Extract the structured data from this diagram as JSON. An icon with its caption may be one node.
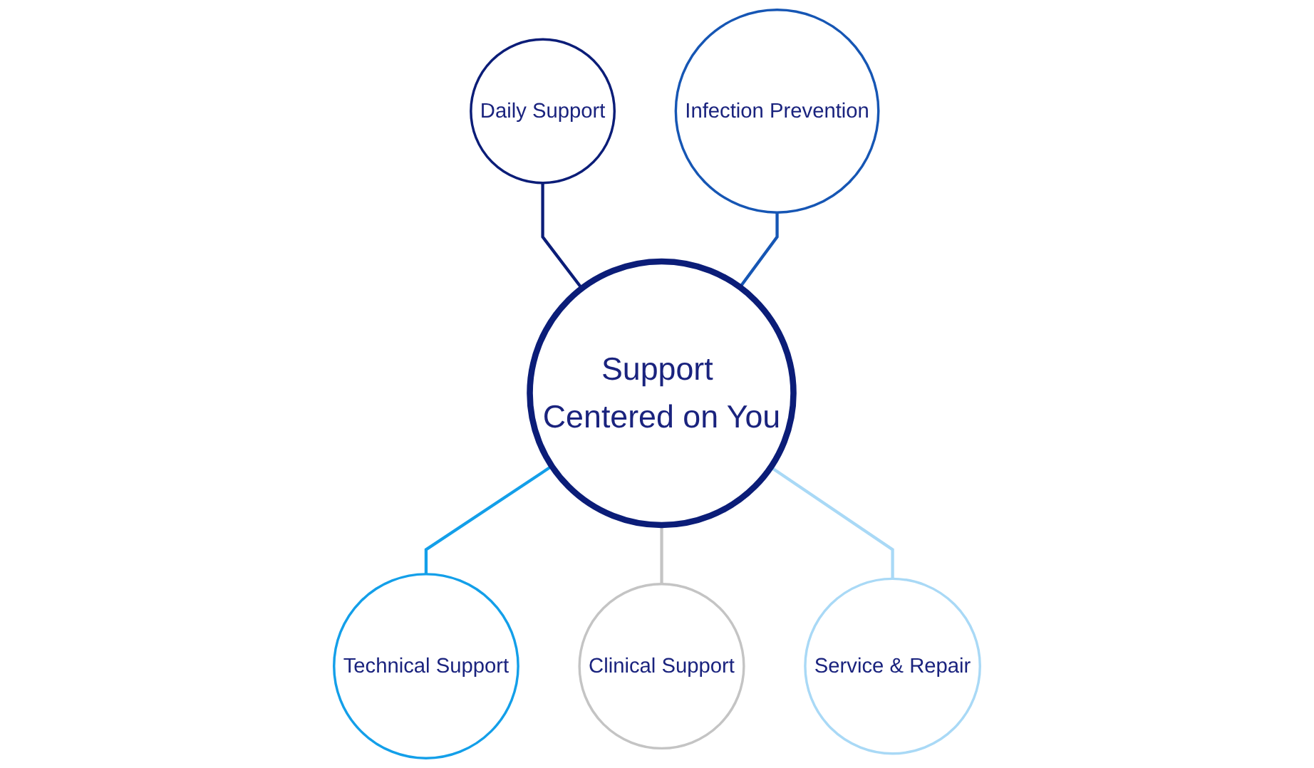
{
  "diagram": {
    "nodes": [
      {
        "text": [
          "Support Centered on You"
        ]
      },
      {
        "text": [
          "Daily Support"
        ]
      },
      {
        "text": [
          "Infection Prevention"
        ]
      },
      {
        "text": [
          "Technical Support"
        ]
      },
      {
        "text": [
          "Service & Repair"
        ]
      },
      {
        "text": [
          "Clinical Support"
        ]
      }
    ],
    "edges": [
      {
        "from": 1,
        "to": 0,
        "arrow": "none",
        "color": "#0b1d78"
      },
      {
        "from": 2,
        "to": 0,
        "arrow": "none",
        "color": "#1656b4"
      },
      {
        "from": 0,
        "to": 3,
        "arrow": "none",
        "color": "#139fe9"
      },
      {
        "from": 0,
        "to": 5,
        "arrow": "none",
        "color": "#c4c4c4"
      },
      {
        "from": 0,
        "to": 4,
        "arrow": "none",
        "color": "#a9d9f6"
      }
    ]
  }
}
